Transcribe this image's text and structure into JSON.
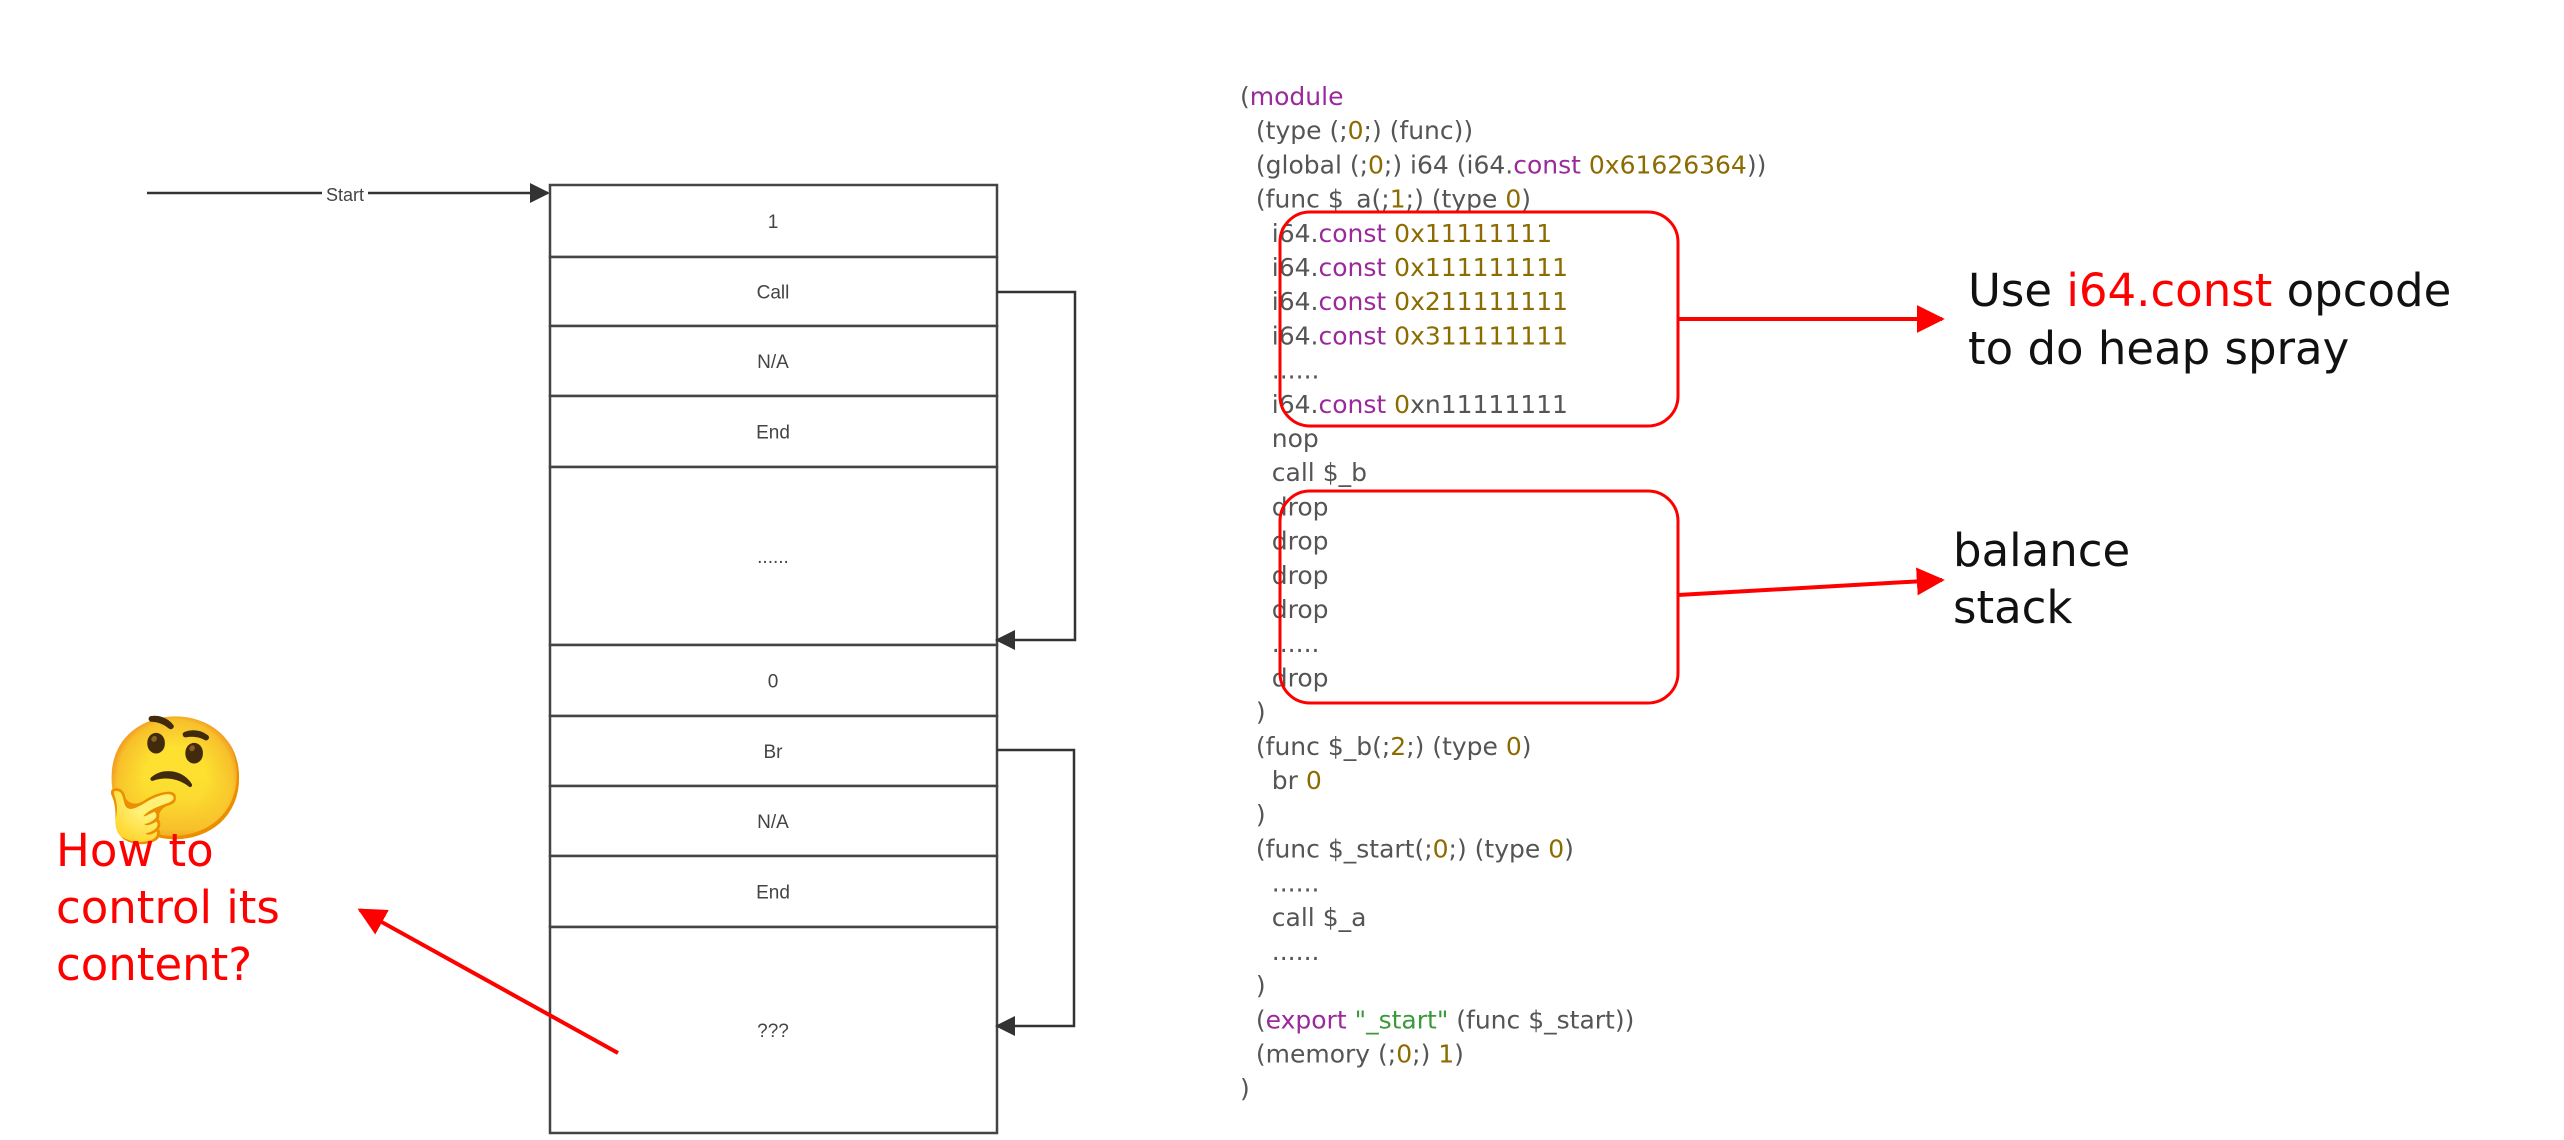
{
  "flow": {
    "start_label": "Start",
    "cells": [
      "1",
      "Call",
      "N/A",
      "End",
      "......",
      "0",
      "Br",
      "N/A",
      "End",
      "???"
    ]
  },
  "question": {
    "emoji": "🤔",
    "lines": [
      "How to",
      "control its",
      "content?"
    ],
    "color": "#ff0000"
  },
  "code": {
    "lines": [
      [
        [
          "(",
          "def"
        ],
        [
          "module",
          "kw"
        ]
      ],
      [
        [
          "  (type (;",
          "def"
        ],
        [
          "0",
          "num"
        ],
        [
          ";) (func))",
          "def"
        ]
      ],
      [
        [
          "  (global (;",
          "def"
        ],
        [
          "0",
          "num"
        ],
        [
          ";) i64 (i64.",
          "def"
        ],
        [
          "const",
          "kw"
        ],
        [
          " ",
          "def"
        ],
        [
          "0x61626364",
          "num"
        ],
        [
          "))",
          "def"
        ]
      ],
      [
        [
          "  (func $_a(;",
          "def"
        ],
        [
          "1",
          "num"
        ],
        [
          ";) (type ",
          "def"
        ],
        [
          "0",
          "num"
        ],
        [
          ")",
          "def"
        ]
      ],
      [
        [
          "    i64.",
          "def"
        ],
        [
          "const",
          "kw"
        ],
        [
          " ",
          "def"
        ],
        [
          "0x11111111",
          "num"
        ]
      ],
      [
        [
          "    i64.",
          "def"
        ],
        [
          "const",
          "kw"
        ],
        [
          " ",
          "def"
        ],
        [
          "0x111111111",
          "num"
        ]
      ],
      [
        [
          "    i64.",
          "def"
        ],
        [
          "const",
          "kw"
        ],
        [
          " ",
          "def"
        ],
        [
          "0x211111111",
          "num"
        ]
      ],
      [
        [
          "    i64.",
          "def"
        ],
        [
          "const",
          "kw"
        ],
        [
          " ",
          "def"
        ],
        [
          "0x311111111",
          "num"
        ]
      ],
      [
        [
          "    ......",
          "def"
        ]
      ],
      [
        [
          "    i64.",
          "def"
        ],
        [
          "const",
          "kw"
        ],
        [
          " ",
          "def"
        ],
        [
          "0",
          "num"
        ],
        [
          "xn11111111",
          "def"
        ]
      ],
      [
        [
          "    nop",
          "def"
        ]
      ],
      [
        [
          "    call $_b",
          "def"
        ]
      ],
      [
        [
          "    drop",
          "def"
        ]
      ],
      [
        [
          "    drop",
          "def"
        ]
      ],
      [
        [
          "    drop",
          "def"
        ]
      ],
      [
        [
          "    drop",
          "def"
        ]
      ],
      [
        [
          "    ......",
          "def"
        ]
      ],
      [
        [
          "    drop",
          "def"
        ]
      ],
      [
        [
          "  )",
          "def"
        ]
      ],
      [
        [
          "  (func $_b(;",
          "def"
        ],
        [
          "2",
          "num"
        ],
        [
          ";) (type ",
          "def"
        ],
        [
          "0",
          "num"
        ],
        [
          ")",
          "def"
        ]
      ],
      [
        [
          "    br ",
          "def"
        ],
        [
          "0",
          "num"
        ]
      ],
      [
        [
          "  )",
          "def"
        ]
      ],
      [
        [
          "  (func $_start(;",
          "def"
        ],
        [
          "0",
          "num"
        ],
        [
          ";) (type ",
          "def"
        ],
        [
          "0",
          "num"
        ],
        [
          ")",
          "def"
        ]
      ],
      [
        [
          "    ......",
          "def"
        ]
      ],
      [
        [
          "    call $_a",
          "def"
        ]
      ],
      [
        [
          "    ......",
          "def"
        ]
      ],
      [
        [
          "  )",
          "def"
        ]
      ],
      [
        [
          "  (",
          "def"
        ],
        [
          "export",
          "kw"
        ],
        [
          " ",
          "def"
        ],
        [
          "\"_start\"",
          "str"
        ],
        [
          " (func $_start))",
          "def"
        ]
      ],
      [
        [
          "  (memory (;",
          "def"
        ],
        [
          "0",
          "num"
        ],
        [
          ";) ",
          "def"
        ],
        [
          "1",
          "num"
        ],
        [
          ")",
          "def"
        ]
      ],
      [
        [
          ")",
          "def"
        ]
      ]
    ]
  },
  "annotations": {
    "spray": {
      "line1": [
        [
          "Use ",
          "black"
        ],
        [
          "i64.const",
          "red"
        ],
        [
          " opcode",
          "black"
        ]
      ],
      "line2": "to do heap spray"
    },
    "balance": {
      "lines": [
        "balance",
        "stack"
      ]
    }
  },
  "colors": {
    "keyword": "#9a2a9c",
    "number": "#8c6b00",
    "string": "#3a9a3a",
    "plain": "#555555",
    "highlight": "#ff0000"
  }
}
